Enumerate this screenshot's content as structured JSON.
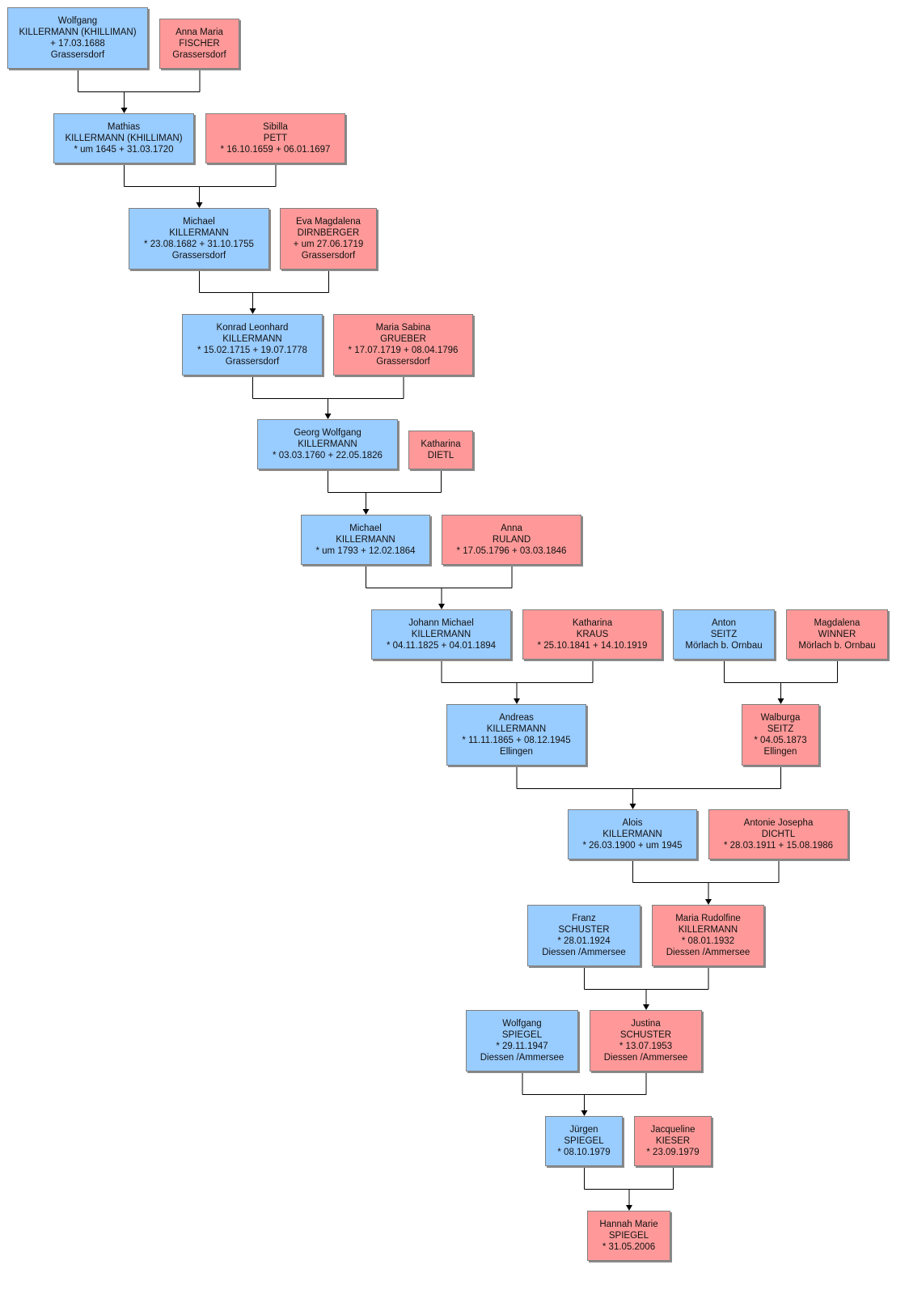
{
  "colors": {
    "male": "#99ccff",
    "female": "#ff9999",
    "line": "#000000"
  },
  "people": [
    {
      "id": "p1",
      "sex": "male",
      "lines": [
        "Wolfgang",
        "KILLERMANN (KHILLIMAN)",
        "+ 17.03.1688",
        "Grassersdorf"
      ]
    },
    {
      "id": "p2",
      "sex": "female",
      "lines": [
        "Anna Maria",
        "FISCHER",
        "Grassersdorf"
      ]
    },
    {
      "id": "p3",
      "sex": "male",
      "lines": [
        "Mathias",
        "KILLERMANN (KHILLIMAN)",
        "* um 1645  + 31.03.1720"
      ]
    },
    {
      "id": "p4",
      "sex": "female",
      "lines": [
        "Sibilla",
        "PETT",
        "* 16.10.1659  + 06.01.1697"
      ]
    },
    {
      "id": "p5",
      "sex": "male",
      "lines": [
        "Michael",
        "KILLERMANN",
        "* 23.08.1682  + 31.10.1755",
        "Grassersdorf"
      ]
    },
    {
      "id": "p6",
      "sex": "female",
      "lines": [
        "Eva Magdalena",
        "DIRNBERGER",
        "+ um 27.06.1719",
        "Grassersdorf"
      ]
    },
    {
      "id": "p7",
      "sex": "male",
      "lines": [
        "Konrad Leonhard",
        "KILLERMANN",
        "* 15.02.1715  + 19.07.1778",
        "Grassersdorf"
      ]
    },
    {
      "id": "p8",
      "sex": "female",
      "lines": [
        "Maria Sabina",
        "GRUEBER",
        "* 17.07.1719  + 08.04.1796",
        "Grassersdorf"
      ]
    },
    {
      "id": "p9",
      "sex": "male",
      "lines": [
        "Georg Wolfgang",
        "KILLERMANN",
        "* 03.03.1760  + 22.05.1826"
      ]
    },
    {
      "id": "p10",
      "sex": "female",
      "lines": [
        "Katharina",
        "DIETL"
      ]
    },
    {
      "id": "p11",
      "sex": "male",
      "lines": [
        "Michael",
        "KILLERMANN",
        "* um 1793  + 12.02.1864"
      ]
    },
    {
      "id": "p12",
      "sex": "female",
      "lines": [
        "Anna",
        "RULAND",
        "* 17.05.1796  + 03.03.1846"
      ]
    },
    {
      "id": "p13",
      "sex": "male",
      "lines": [
        "Johann Michael",
        "KILLERMANN",
        "* 04.11.1825  + 04.01.1894"
      ]
    },
    {
      "id": "p14",
      "sex": "female",
      "lines": [
        "Katharina",
        "KRAUS",
        "* 25.10.1841  + 14.10.1919"
      ]
    },
    {
      "id": "p15",
      "sex": "male",
      "lines": [
        "Anton",
        "SEITZ",
        "Mörlach b. Ornbau"
      ]
    },
    {
      "id": "p16",
      "sex": "female",
      "lines": [
        "Magdalena",
        "WINNER",
        "Mörlach b. Ornbau"
      ]
    },
    {
      "id": "p17",
      "sex": "male",
      "lines": [
        "Andreas",
        "KILLERMANN",
        "* 11.11.1865  + 08.12.1945",
        "Ellingen"
      ]
    },
    {
      "id": "p18",
      "sex": "female",
      "lines": [
        "Walburga",
        "SEITZ",
        "* 04.05.1873",
        "Ellingen"
      ]
    },
    {
      "id": "p19",
      "sex": "male",
      "lines": [
        "Alois",
        "KILLERMANN",
        "* 26.03.1900  + um 1945"
      ]
    },
    {
      "id": "p20",
      "sex": "female",
      "lines": [
        "Antonie Josepha",
        "DICHTL",
        "* 28.03.1911  + 15.08.1986"
      ]
    },
    {
      "id": "p21",
      "sex": "male",
      "lines": [
        "Franz",
        "SCHUSTER",
        "* 28.01.1924",
        "Diessen /Ammersee"
      ]
    },
    {
      "id": "p22",
      "sex": "female",
      "lines": [
        "Maria Rudolfine",
        "KILLERMANN",
        "* 08.01.1932",
        "Diessen /Ammersee"
      ]
    },
    {
      "id": "p23",
      "sex": "male",
      "lines": [
        "Wolfgang",
        "SPIEGEL",
        "* 29.11.1947",
        "Diessen /Ammersee"
      ]
    },
    {
      "id": "p24",
      "sex": "female",
      "lines": [
        "Justina",
        "SCHUSTER",
        "* 13.07.1953",
        "Diessen /Ammersee"
      ]
    },
    {
      "id": "p25",
      "sex": "male",
      "lines": [
        "Jürgen",
        "SPIEGEL",
        "* 08.10.1979"
      ]
    },
    {
      "id": "p26",
      "sex": "female",
      "lines": [
        "Jacqueline",
        "KIESER",
        "* 23.09.1979"
      ]
    },
    {
      "id": "p27",
      "sex": "female",
      "lines": [
        "Hannah Marie",
        "SPIEGEL",
        "* 31.05.2006"
      ]
    }
  ],
  "families": [
    {
      "parents": [
        "p1",
        "p2"
      ],
      "child": "p3"
    },
    {
      "parents": [
        "p3",
        "p4"
      ],
      "child": "p5"
    },
    {
      "parents": [
        "p5",
        "p6"
      ],
      "child": "p7"
    },
    {
      "parents": [
        "p7",
        "p8"
      ],
      "child": "p9"
    },
    {
      "parents": [
        "p9",
        "p10"
      ],
      "child": "p11"
    },
    {
      "parents": [
        "p11",
        "p12"
      ],
      "child": "p13"
    },
    {
      "parents": [
        "p13",
        "p14"
      ],
      "child": "p17"
    },
    {
      "parents": [
        "p15",
        "p16"
      ],
      "child": "p18"
    },
    {
      "parents": [
        "p17",
        "p18"
      ],
      "child": "p19"
    },
    {
      "parents": [
        "p19",
        "p20"
      ],
      "child": "p22"
    },
    {
      "parents": [
        "p21",
        "p22"
      ],
      "child": "p24"
    },
    {
      "parents": [
        "p23",
        "p24"
      ],
      "child": "p25"
    },
    {
      "parents": [
        "p25",
        "p26"
      ],
      "child": "p27"
    }
  ]
}
